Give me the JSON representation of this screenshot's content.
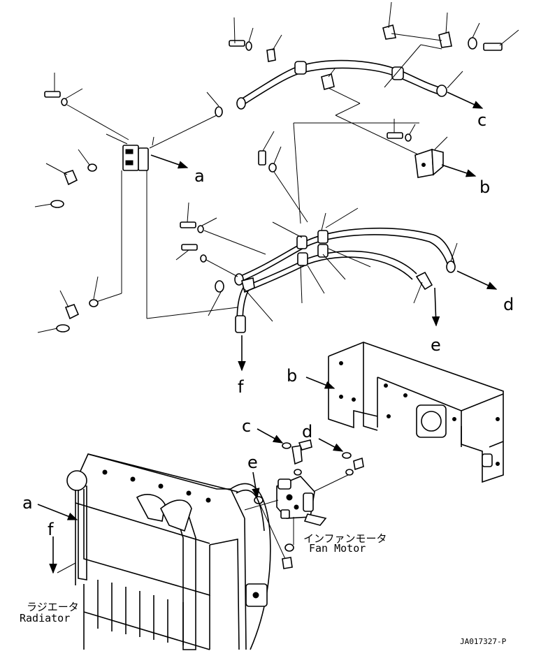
{
  "callouts": [
    "a",
    "b",
    "c",
    "d",
    "e",
    "f"
  ],
  "lower_callouts": [
    "a",
    "b",
    "c",
    "d",
    "e",
    "f"
  ],
  "fan_motor": {
    "label_jp": "インファンモータ",
    "label_en": "Fan Motor"
  },
  "radiator": {
    "label_jp": "ラジエータ",
    "label_en": "Radiator"
  },
  "drawing_code": "JA017327-P",
  "icons": [
    "bolt-icon",
    "washer-icon",
    "o-ring-icon",
    "hose-icon",
    "clamp-icon",
    "bracket-icon",
    "elbow-fitting-icon",
    "arrow-icon"
  ]
}
